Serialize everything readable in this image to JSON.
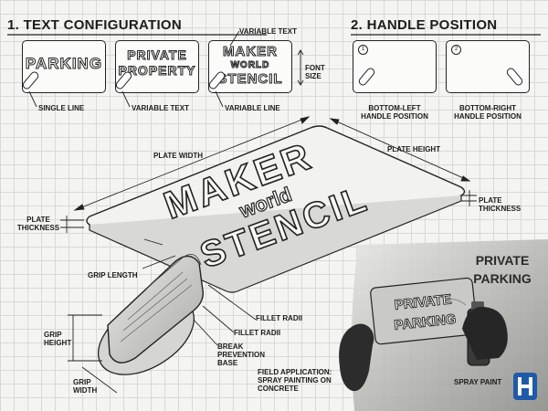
{
  "sections": {
    "text_config": {
      "title": "1. TEXT CONFIGURATION"
    },
    "handle_position": {
      "title": "2. HANDLE POSITION"
    }
  },
  "variants": {
    "single": {
      "text": "PARKING",
      "label": "SINGLE LINE"
    },
    "double": {
      "line1": "PRIVATE",
      "line2": "PROPERTY",
      "label": "VARIABLE TEXT"
    },
    "triple": {
      "line1": "MAKER",
      "line2": "WORLD",
      "line3": "STENCIL",
      "label": "VARIABLE LINE",
      "top_label": "VARIABLE TEXT",
      "font_size_label": "FONT SIZE"
    }
  },
  "handle": {
    "left": {
      "num": "1",
      "label": "BOTTOM-LEFT HANDLE POSITION"
    },
    "right": {
      "num": "2",
      "label": "BOTTOM-RIGHT HANDLE POSITION"
    }
  },
  "plate": {
    "line1": "MAKER",
    "line2": "world",
    "line3": "STENCIL",
    "width_label": "PLATE WIDTH",
    "height_label": "PLATE HEIGHT",
    "thickness_left_label": "PLATE THICKNESS",
    "thickness_right_label": "PLATE THICKNESS"
  },
  "grip": {
    "length_label": "GRIP LENGTH",
    "height_label": "GRIP HEIGHT",
    "width_label": "GRIP WIDTH",
    "fillet1_label": "FILLET RADII",
    "fillet2_label": "FILLET RADII",
    "base_label": "BREAK PREVENTION BASE"
  },
  "field": {
    "caption": "FIELD APPLICATION: SPRAY PAINTING ON CONCRETE",
    "stencil_line1": "PRIVATE",
    "stencil_line2": "PARKING",
    "wall_line1": "PRIVATE",
    "wall_line2": "PARKING",
    "spray_label": "SPRAY PAINT"
  },
  "colors": {
    "ink": "#1c1c1c",
    "grid": "#d9d9d6",
    "logo_blue": "#1f5aa8"
  }
}
